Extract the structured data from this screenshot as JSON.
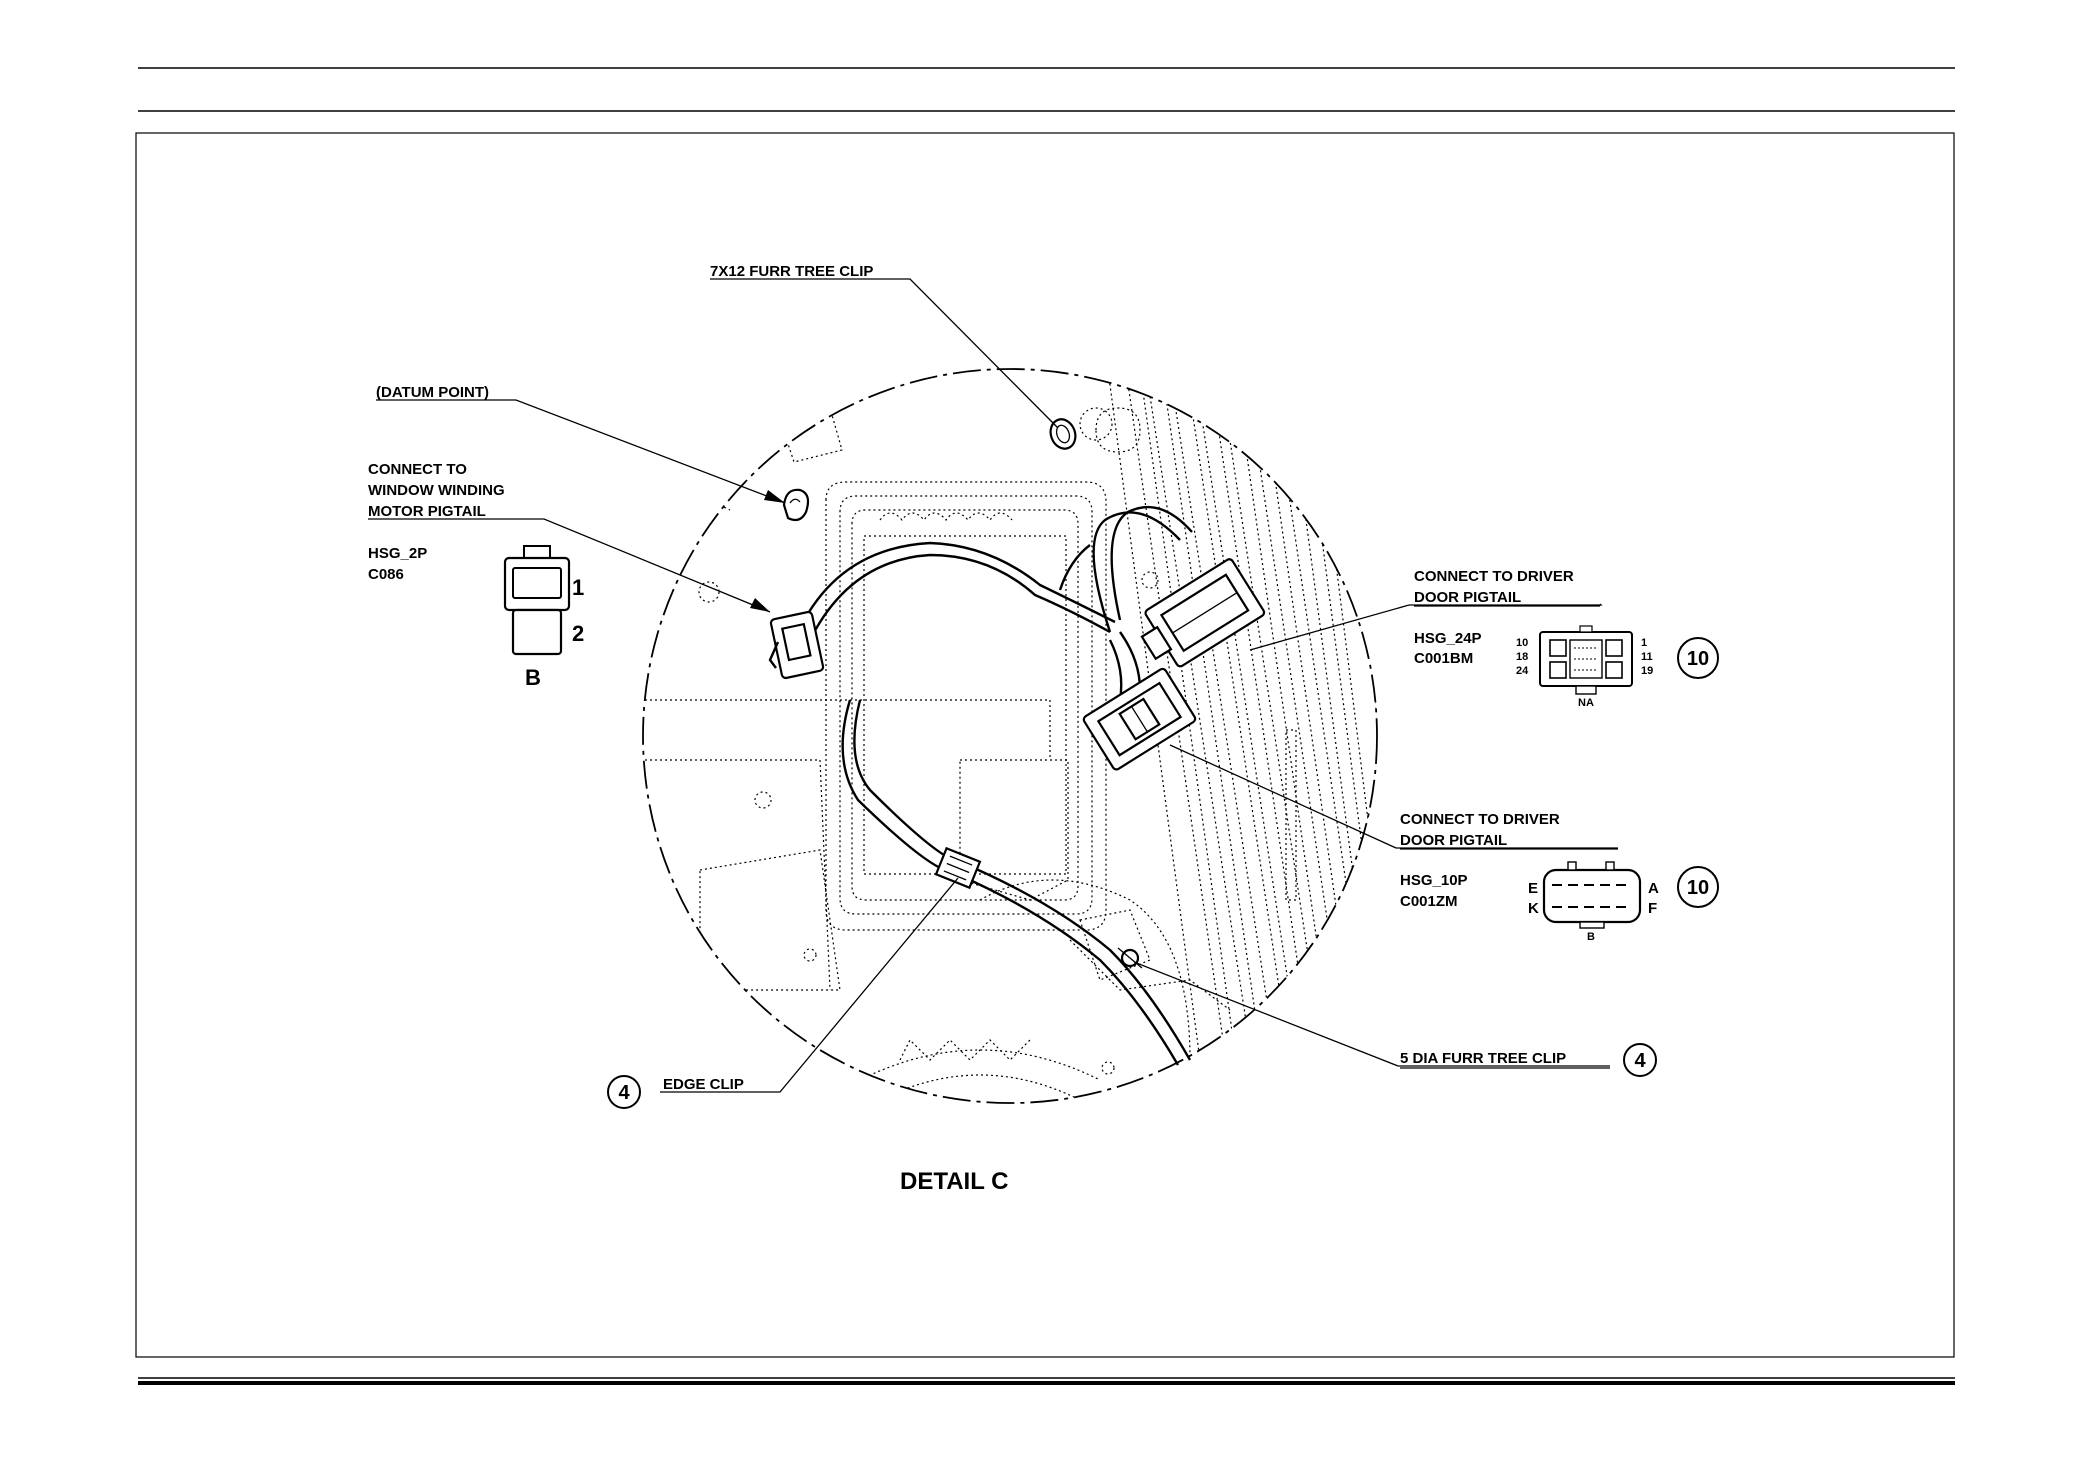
{
  "detail_title": "DETAIL C",
  "labels": {
    "furr_clip_7x12": "7X12 FURR TREE CLIP",
    "datum_point": "(DATUM POINT)",
    "window_motor": [
      "CONNECT TO",
      "WINDOW WINDING",
      "MOTOR PIGTAIL"
    ],
    "hsg2p": [
      "HSG_2P",
      "C086"
    ],
    "connect_driver_1": [
      "CONNECT TO DRIVER",
      "DOOR PIGTAIL"
    ],
    "hsg24p": [
      "HSG_24P",
      "C001BM"
    ],
    "connect_driver_2": [
      "CONNECT TO DRIVER",
      "DOOR PIGTAIL"
    ],
    "hsg10p": [
      "HSG_10P",
      "C001ZM"
    ],
    "furr_clip_5dia": "5 DIA FURR TREE CLIP",
    "edge_clip": "EDGE CLIP"
  },
  "connector_2p": {
    "pin_top": "1",
    "pin_bottom": "2",
    "bottom_letter": "B"
  },
  "connector_24p": {
    "left_pins": [
      "10",
      "18",
      "24"
    ],
    "right_pins": [
      "1",
      "11",
      "19"
    ],
    "bottom_letter": "NA"
  },
  "connector_10p": {
    "left_letters": [
      "E",
      "K"
    ],
    "right_letters": [
      "A",
      "F"
    ],
    "bottom_letter": "B"
  },
  "bubbles": {
    "hsg24p_qty": "10",
    "hsg10p_qty": "10",
    "furr_clip_qty": "4",
    "edge_clip_qty": "4"
  }
}
